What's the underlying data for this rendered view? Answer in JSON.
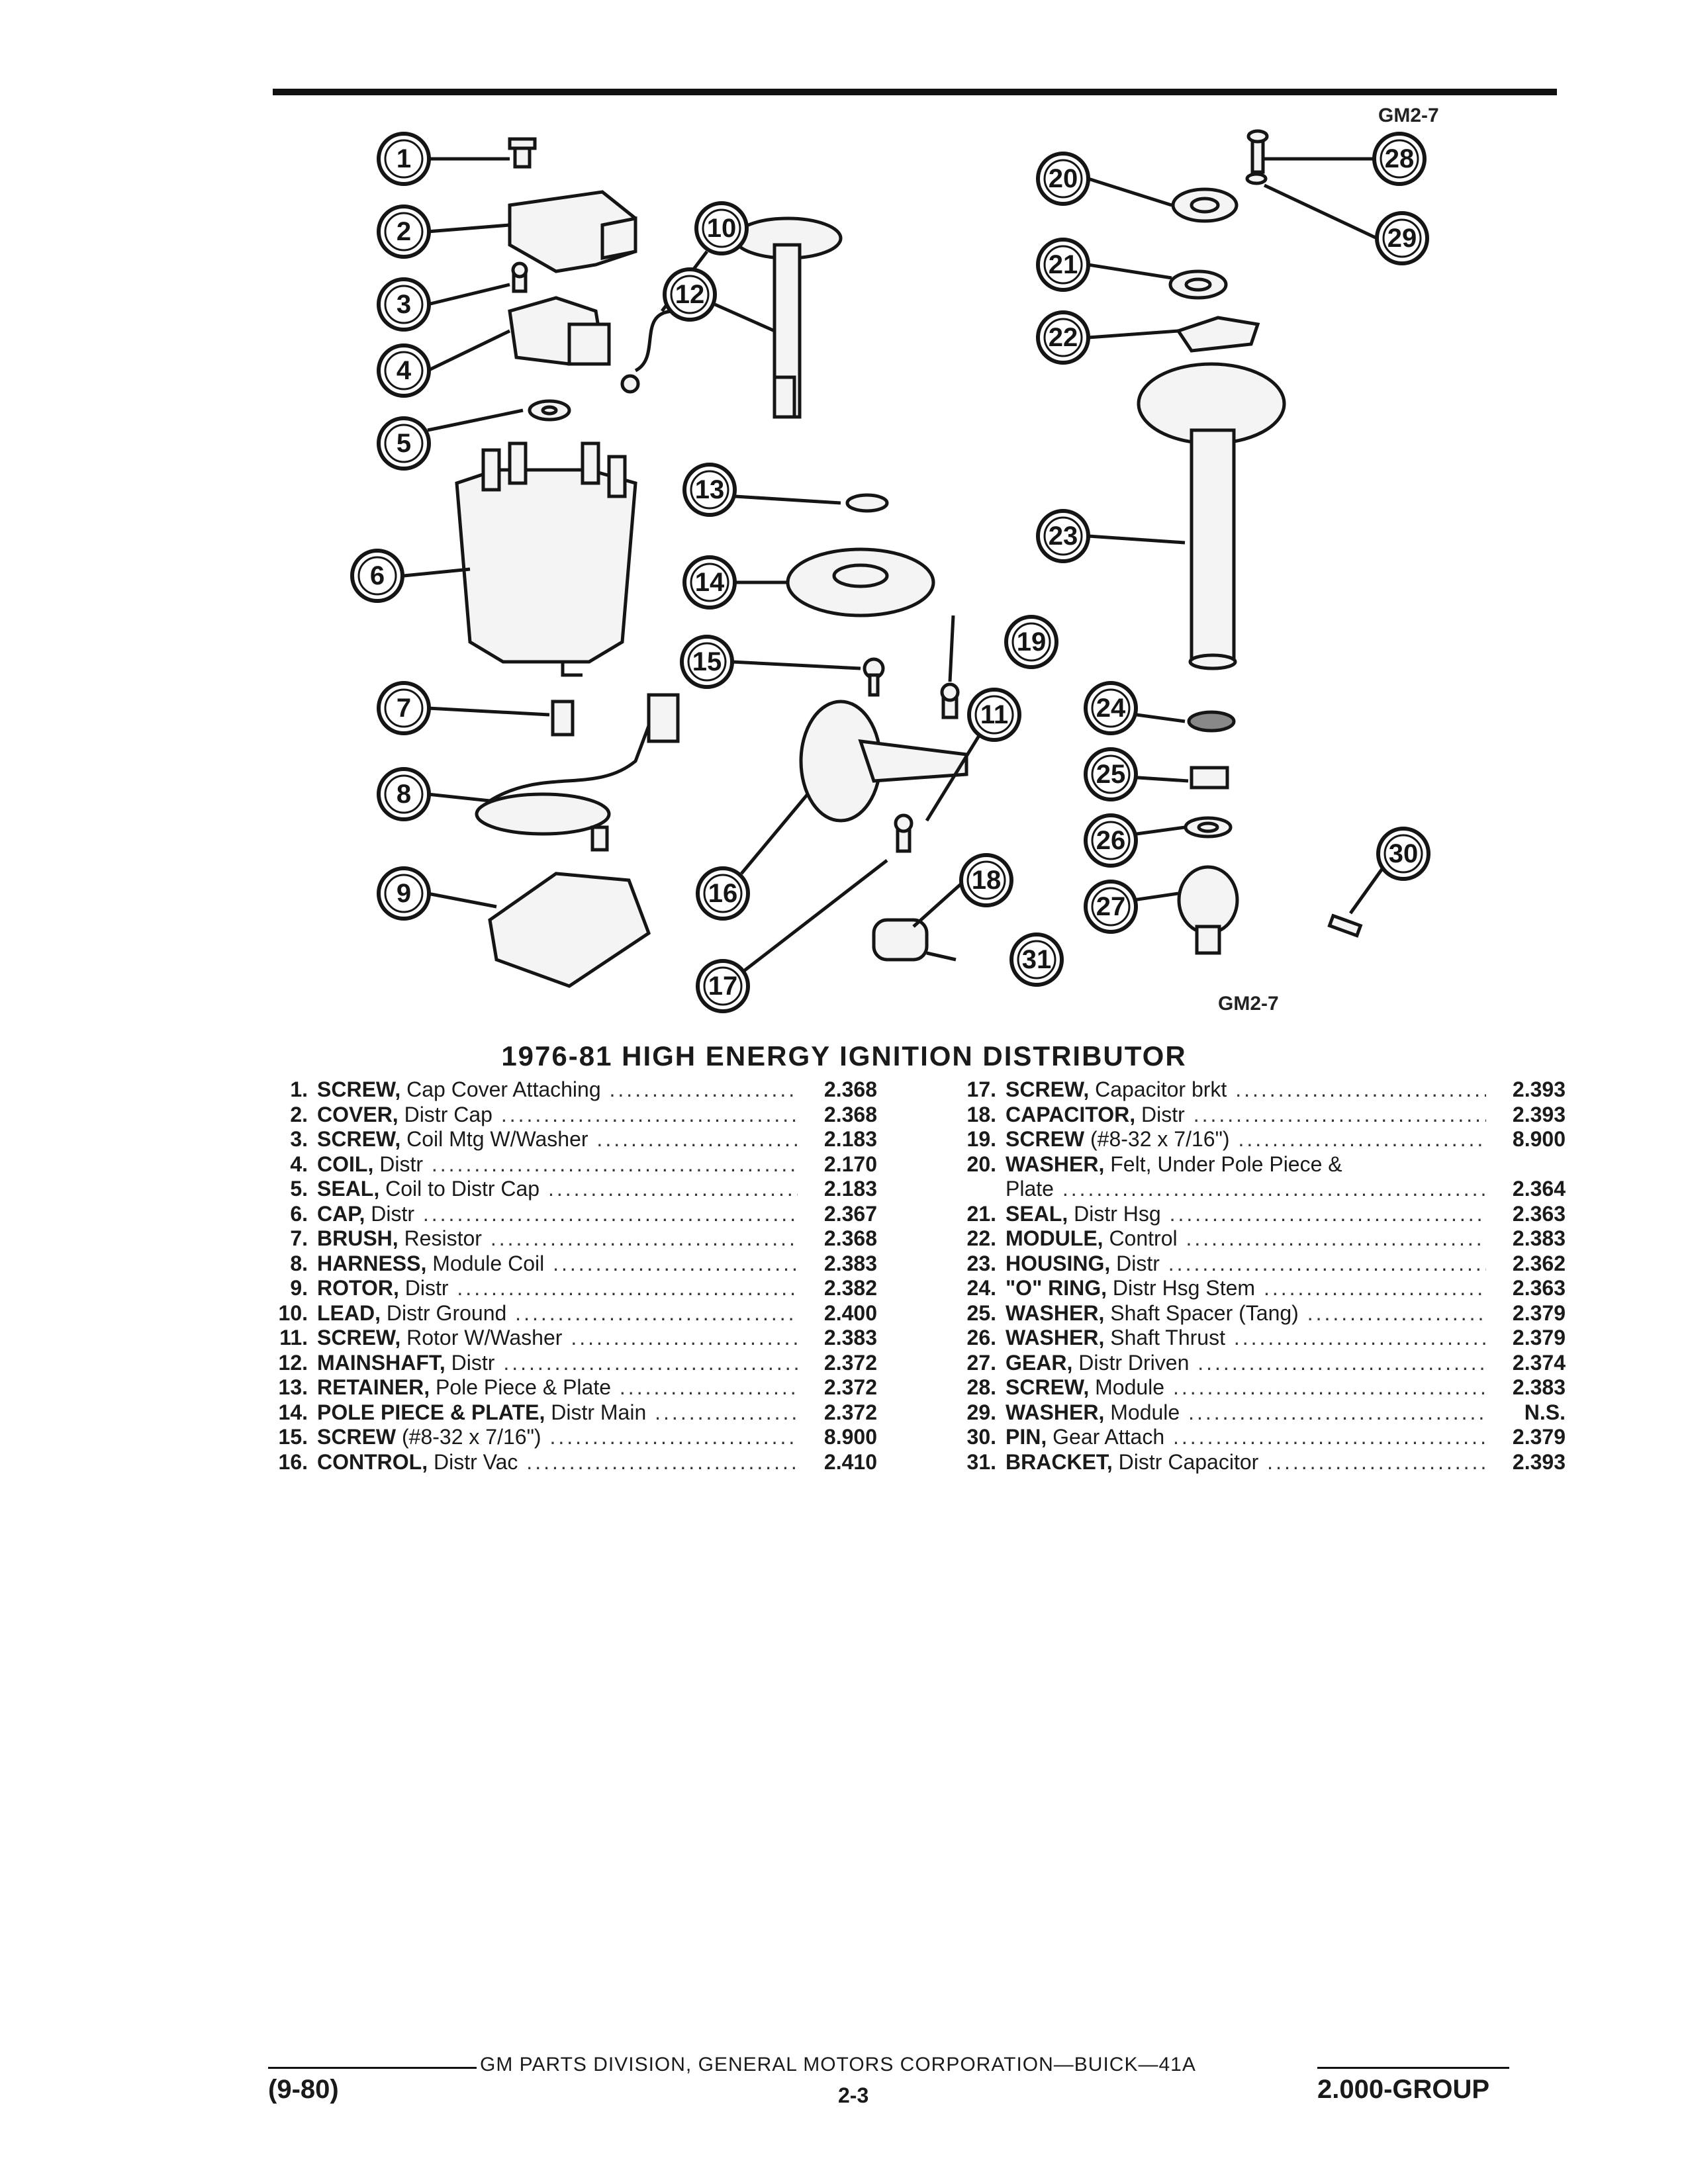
{
  "figure_id_top": "GM2-7",
  "figure_id_bottom": "GM2-7",
  "callouts": [
    "1",
    "2",
    "3",
    "4",
    "5",
    "6",
    "7",
    "8",
    "9",
    "10",
    "11",
    "12",
    "13",
    "14",
    "15",
    "16",
    "17",
    "18",
    "19",
    "20",
    "21",
    "22",
    "23",
    "24",
    "25",
    "26",
    "27",
    "28",
    "29",
    "30",
    "31"
  ],
  "title": "1976-81 HIGH ENERGY IGNITION DISTRIBUTOR",
  "parts_left": [
    {
      "num": "1.",
      "name": "SCREW,",
      "desc": "Cap Cover Attaching",
      "group": "2.368"
    },
    {
      "num": "2.",
      "name": "COVER,",
      "desc": "Distr Cap",
      "group": "2.368"
    },
    {
      "num": "3.",
      "name": "SCREW,",
      "desc": "Coil Mtg W/Washer",
      "group": "2.183"
    },
    {
      "num": "4.",
      "name": "COIL,",
      "desc": "Distr",
      "group": "2.170"
    },
    {
      "num": "5.",
      "name": "SEAL,",
      "desc": "Coil to Distr Cap",
      "group": "2.183"
    },
    {
      "num": "6.",
      "name": "CAP,",
      "desc": "Distr",
      "group": "2.367"
    },
    {
      "num": "7.",
      "name": "BRUSH,",
      "desc": "Resistor",
      "group": "2.368"
    },
    {
      "num": "8.",
      "name": "HARNESS,",
      "desc": "Module Coil",
      "group": "2.383"
    },
    {
      "num": "9.",
      "name": "ROTOR,",
      "desc": "Distr",
      "group": "2.382"
    },
    {
      "num": "10.",
      "name": "LEAD,",
      "desc": "Distr Ground",
      "group": "2.400"
    },
    {
      "num": "11.",
      "name": "SCREW,",
      "desc": "Rotor W/Washer",
      "group": "2.383"
    },
    {
      "num": "12.",
      "name": "MAINSHAFT,",
      "desc": "Distr",
      "group": "2.372"
    },
    {
      "num": "13.",
      "name": "RETAINER,",
      "desc": "Pole Piece & Plate",
      "group": "2.372"
    },
    {
      "num": "14.",
      "name": "POLE PIECE & PLATE,",
      "desc": "Distr Main",
      "group": "2.372"
    },
    {
      "num": "15.",
      "name": "SCREW",
      "desc": "(#8-32 x 7/16\")",
      "group": "8.900"
    },
    {
      "num": "16.",
      "name": "CONTROL,",
      "desc": "Distr Vac",
      "group": "2.410"
    }
  ],
  "parts_right": [
    {
      "num": "17.",
      "name": "SCREW,",
      "desc": "Capacitor brkt",
      "group": "2.393"
    },
    {
      "num": "18.",
      "name": "CAPACITOR,",
      "desc": "Distr",
      "group": "2.393"
    },
    {
      "num": "19.",
      "name": "SCREW",
      "desc": "(#8-32 x 7/16\")",
      "group": "8.900"
    },
    {
      "num": "20.",
      "name": "WASHER,",
      "desc": "Felt, Under Pole Piece &",
      "group": ""
    },
    {
      "num": "",
      "name": "",
      "desc": "Plate",
      "group": "2.364"
    },
    {
      "num": "21.",
      "name": "SEAL,",
      "desc": "Distr Hsg",
      "group": "2.363"
    },
    {
      "num": "22.",
      "name": "MODULE,",
      "desc": "Control",
      "group": "2.383"
    },
    {
      "num": "23.",
      "name": "HOUSING,",
      "desc": "Distr",
      "group": "2.362"
    },
    {
      "num": "24.",
      "name": "\"O\" RING,",
      "desc": "Distr Hsg Stem",
      "group": "2.363"
    },
    {
      "num": "25.",
      "name": "WASHER,",
      "desc": "Shaft Spacer (Tang)",
      "group": "2.379"
    },
    {
      "num": "26.",
      "name": "WASHER,",
      "desc": "Shaft Thrust",
      "group": "2.379"
    },
    {
      "num": "27.",
      "name": "GEAR,",
      "desc": "Distr Driven",
      "group": "2.374"
    },
    {
      "num": "28.",
      "name": "SCREW,",
      "desc": "Module",
      "group": "2.383"
    },
    {
      "num": "29.",
      "name": "WASHER,",
      "desc": "Module",
      "group": "N.S."
    },
    {
      "num": "30.",
      "name": "PIN,",
      "desc": "Gear Attach",
      "group": "2.379"
    },
    {
      "num": "31.",
      "name": "BRACKET,",
      "desc": "Distr Capacitor",
      "group": "2.393"
    }
  ],
  "footer": {
    "line": "GM PARTS DIVISION, GENERAL MOTORS CORPORATION—BUICK—41A",
    "date": "(9-80)",
    "page": "2-3",
    "group": "2.000-GROUP"
  }
}
